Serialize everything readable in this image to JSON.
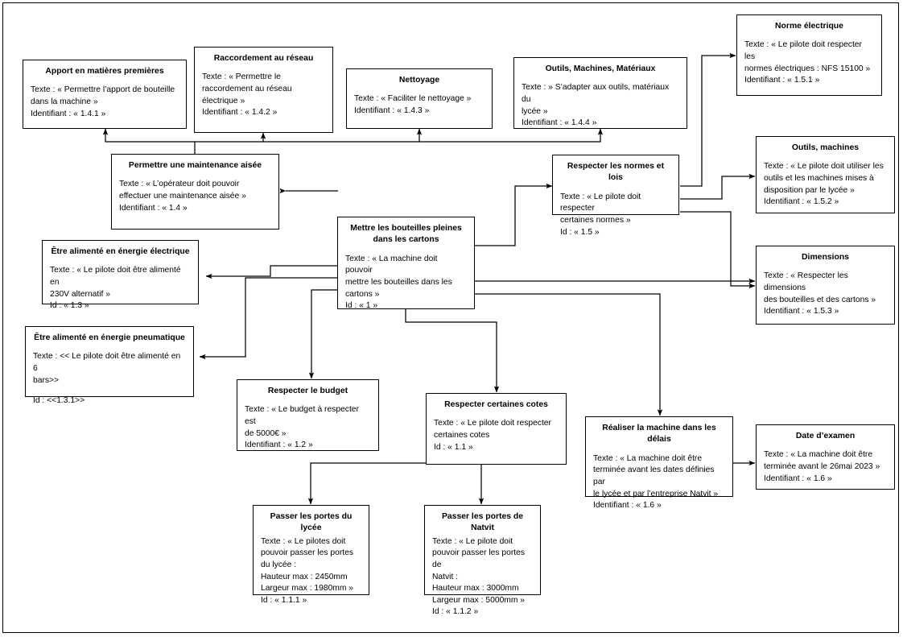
{
  "diagram": {
    "title": "Diagramme des exigences - Mettre les bouteilles pleines dans les cartons",
    "type": "requirements-block-diagram",
    "colors": {
      "border": "#000000",
      "background": "#ffffff",
      "text": "#000000"
    }
  },
  "nodes": {
    "apport": {
      "title": "Apport en matières premières",
      "body": "Texte : « Permettre l’apport de bouteille\ndans la machine »\nIdentifiant : « 1.4.1 »"
    },
    "raccordement": {
      "title": "Raccordement au réseau",
      "body": "Texte : « Permettre le\nraccordement au réseau\nélectrique »\nIdentifiant : « 1.4.2 »"
    },
    "nettoyage": {
      "title": "Nettoyage",
      "body": "Texte : « Faciliter le nettoyage »\nIdentifiant : « 1.4.3 »"
    },
    "outils_machines_materiaux": {
      "title": "Outils, Machines, Matériaux",
      "body": "Texte : » S’adapter aux outils, matériaux du\nlycée »\nIdentifiant : « 1.4.4 »"
    },
    "norme_electrique": {
      "title": "Norme électrique",
      "body": "Texte : « Le pilote doit respecter les\nnormes électriques : NFS 15100 »\nIdentifiant : « 1.5.1 »"
    },
    "maintenance": {
      "title": "Permettre une maintenance aisée",
      "body": "Texte : « L’opérateur doit pouvoir\neffectuer une maintenance aisée »\nIdentifiant : « 1.4 »"
    },
    "normes_lois": {
      "title": "Respecter les normes et lois",
      "body": "Texte : « Le pilote doit respecter\ncertaines normes »\nId : « 1.5 »"
    },
    "outils_machines": {
      "title": "Outils, machines",
      "body": "Texte : « Le pilote doit utiliser les\noutils et les machines mises à\ndisposition par le lycée »\nIdentifiant : « 1.5.2 »"
    },
    "principal": {
      "title": "Mettre les bouteilles pleines\ndans les cartons",
      "body": "Texte : « La machine doit pouvoir\nmettre les bouteilles dans les\ncartons »\nId : « 1 »"
    },
    "energie_electrique": {
      "title": "Être alimenté en énergie électrique",
      "body": "Texte : « Le pilote doit être alimenté en\n230V alternatif »\nId : « 1.3 »"
    },
    "dimensions": {
      "title": "Dimensions",
      "body": "Texte : « Respecter les dimensions\ndes bouteilles et des cartons »\nIdentifiant : « 1.5.3 »"
    },
    "energie_pneumatique": {
      "title": "Être alimenté en énergie pneumatique",
      "body": "Texte : << Le pilote doit être alimenté en 6\nbars>>",
      "body2": "Id : <<1.3.1>>"
    },
    "budget": {
      "title": "Respecter le budget",
      "body": "Texte : « Le budget à respecter est\nde 5000€ »\nIdentifiant : « 1.2 »"
    },
    "cotes": {
      "title": "Respecter certaines cotes",
      "body": "Texte : « Le pilote doit respecter\ncertaines cotes\nId : « 1.1 »"
    },
    "delais": {
      "title": "Réaliser la machine dans les délais",
      "body": "Texte : « La machine doit être\nterminée avant les dates définies par\nle lycée et par l’entreprise Natvit »\nIdentifiant : « 1.6 »"
    },
    "date_examen": {
      "title": "Date d’examen",
      "body": "Texte : « La machine doit être\nterminée avant le 26mai 2023 »\nIdentifiant : « 1.6 »"
    },
    "portes_lycee": {
      "title": "Passer les portes du lycée",
      "body": "Texte : « Le pilotes doit\npouvoir passer les portes\ndu lycée :\nHauteur max : 2450mm\nLargeur max : 1980mm »\nId : « 1.1.1 »"
    },
    "portes_natvit": {
      "title": "Passer les portes de Natvit",
      "body": "Texte : « Le pilote doit\npouvoir passer les portes de\nNatvit :\nHauteur max : 3000mm\nLargeur max : 5000mm »\nId : « 1.1.2 »"
    }
  }
}
